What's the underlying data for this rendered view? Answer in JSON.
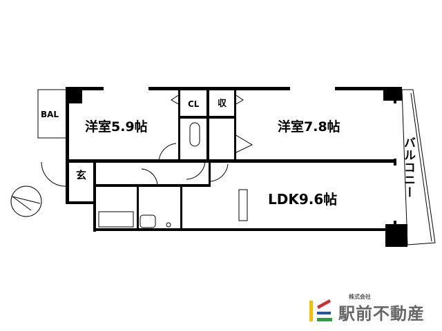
{
  "rooms": {
    "western_room_1": "洋室5.9帖",
    "western_room_2": "洋室7.8帖",
    "ldk": "LDK9.6帖",
    "entrance": "玄",
    "closet": "CL",
    "storage": "収",
    "balcony_small": "BAL",
    "balcony": "バルコニー"
  },
  "logo": {
    "company_type": "株式会社",
    "name": "駅前不動産",
    "colors": [
      "#f2c200",
      "#d62a2a",
      "#1f56b0",
      "#2e9e3e"
    ]
  }
}
